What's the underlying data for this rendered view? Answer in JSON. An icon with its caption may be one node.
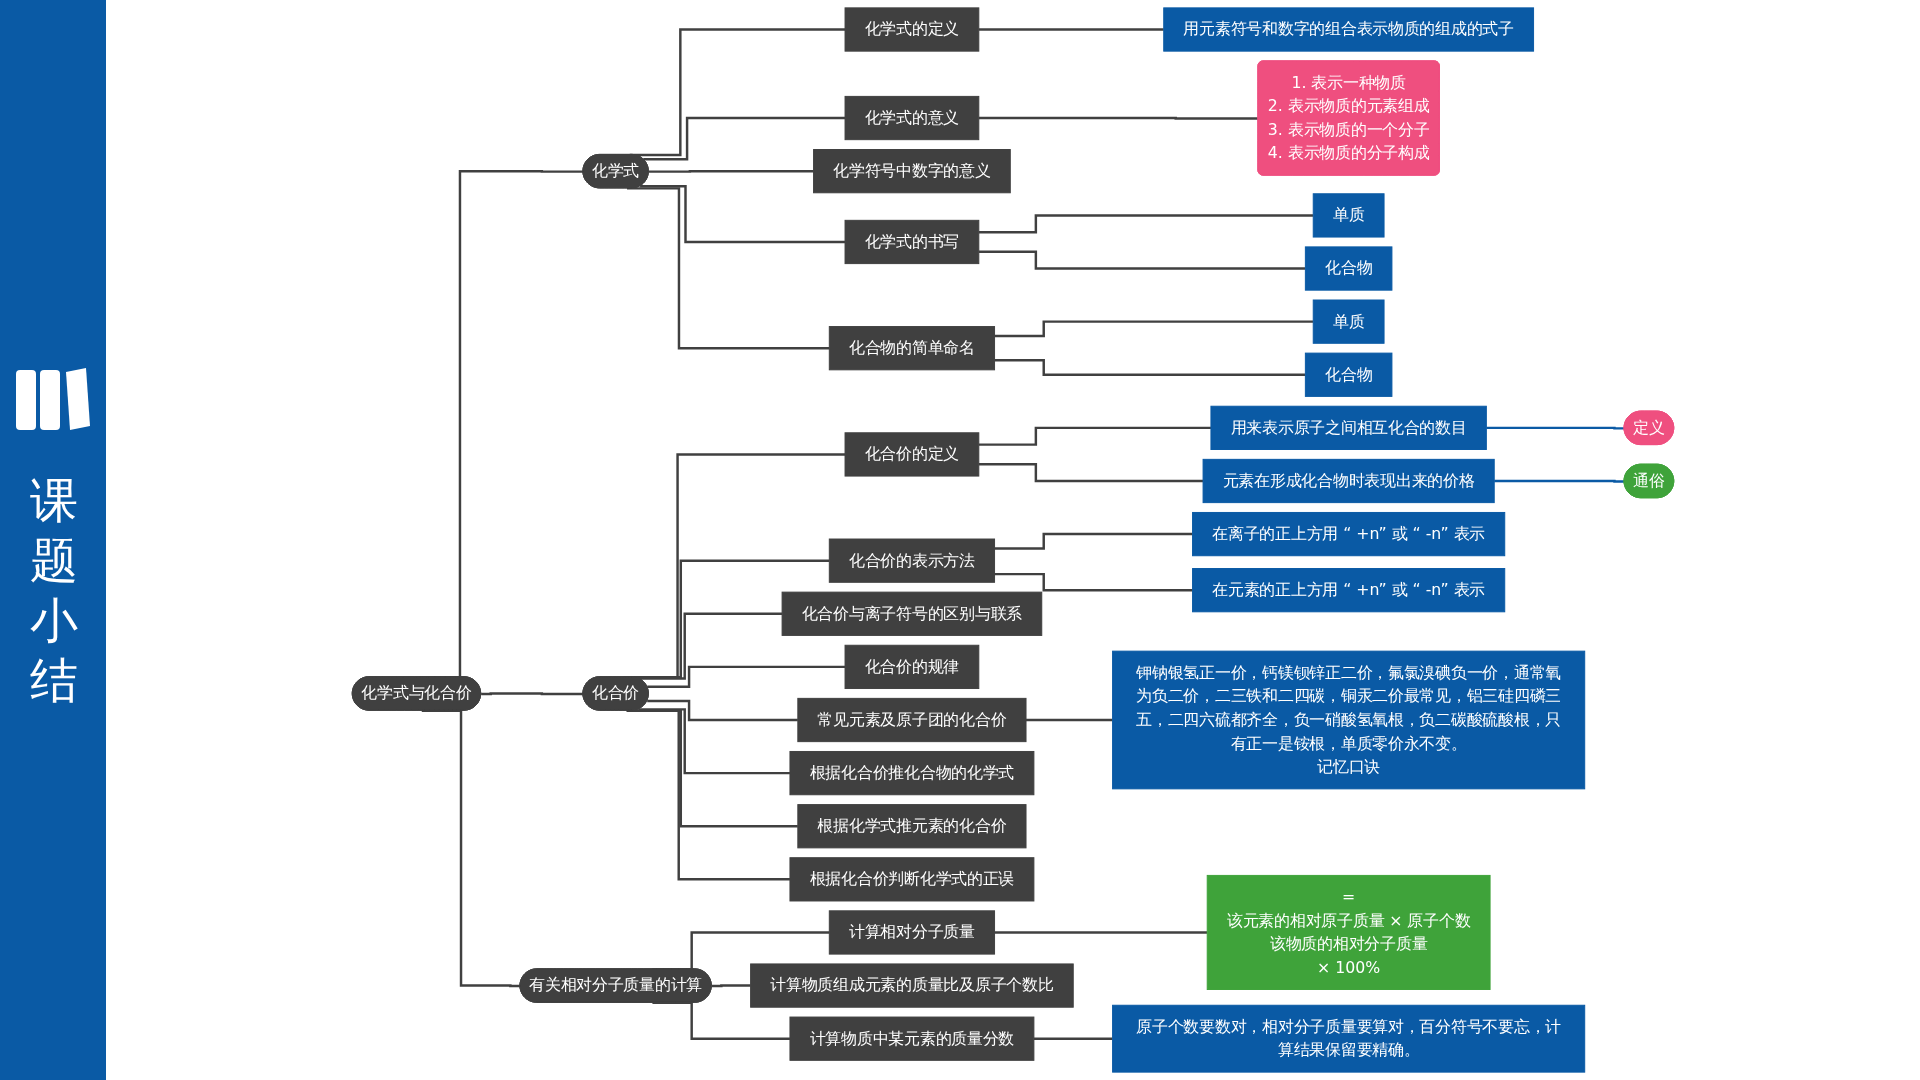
{
  "diagram": {
    "title": "课题小结",
    "nodes": [
      {
        "text": [
          "化学式与化合价"
        ]
      },
      {
        "text": [
          "化学式"
        ]
      },
      {
        "text": [
          "化学式的定义"
        ]
      },
      {
        "text": [
          "用元素符号和数字的组合表示物质的组成的式子"
        ]
      },
      {
        "text": [
          "化学式的意义"
        ]
      },
      {
        "text": [
          "1. 表示一种物质",
          "2. 表示物质的元素组成",
          "3. 表示物质的一个分子",
          "4. 表示物质的分子构成"
        ]
      },
      {
        "text": [
          "化学符号中数字的意义"
        ]
      },
      {
        "text": [
          "化学式的书写"
        ]
      },
      {
        "text": [
          "单质"
        ]
      },
      {
        "text": [
          "化合物"
        ]
      },
      {
        "text": [
          "化合物的简单命名"
        ]
      },
      {
        "text": [
          "单质"
        ]
      },
      {
        "text": [
          "化合物"
        ]
      },
      {
        "text": [
          "化合价"
        ]
      },
      {
        "text": [
          "化合价的定义"
        ]
      },
      {
        "text": [
          "用来表示原子之间相互化合的数目"
        ]
      },
      {
        "text": [
          "定义"
        ]
      },
      {
        "text": [
          "元素在形成化合物时表现出来的价格"
        ]
      },
      {
        "text": [
          "通俗"
        ]
      },
      {
        "text": [
          "化合价的表示方法"
        ]
      },
      {
        "text": [
          "在离子的正上方用 “ +n” 或 “ -n” 表示"
        ]
      },
      {
        "text": [
          "在元素的正上方用 “ +n” 或 “ -n” 表示"
        ]
      },
      {
        "text": [
          "化合价与离子符号的区别与联系"
        ]
      },
      {
        "text": [
          "化合价的规律"
        ]
      },
      {
        "text": [
          "常见元素及原子团的化合价"
        ]
      },
      {
        "text": [
          "钾钠银氢正一价，钙镁钡锌正二价，氟氯溴碘负一价，通常氧为负二价，二三铁和二四碳，铜汞二价最常见，铝三硅四磷三五，二四六硫都齐全，负一硝酸氢氧根，负二碳酸硫酸根，只有正一是铵根，单质零价永不变。",
          "记忆口诀"
        ]
      },
      {
        "text": [
          "根据化合价推化合物的化学式"
        ]
      },
      {
        "text": [
          "根据化学式推元素的化合价"
        ]
      },
      {
        "text": [
          "根据化合价判断化学式的正误"
        ]
      },
      {
        "text": [
          "有关相对分子质量的计算"
        ]
      },
      {
        "text": [
          "计算相对分子质量"
        ]
      },
      {
        "text": [
          "=",
          "该元素的相对原子质量 × 原子个数",
          "该物质的相对分子质量",
          "× 100%"
        ]
      },
      {
        "text": [
          "计算物质组成元素的质量比及原子个数比"
        ]
      },
      {
        "text": [
          "计算物质中某元素的质量分数"
        ]
      },
      {
        "text": [
          "原子个数要数对，相对分子质量要算对，百分符号不要忘，计算结果保留要精确。"
        ]
      }
    ],
    "edges": [
      {
        "from": 0,
        "to": 1,
        "arrow": "none"
      },
      {
        "from": 0,
        "to": 13,
        "arrow": "none"
      },
      {
        "from": 0,
        "to": 29,
        "arrow": "none"
      },
      {
        "from": 1,
        "to": 2,
        "arrow": "none"
      },
      {
        "from": 1,
        "to": 4,
        "arrow": "none"
      },
      {
        "from": 1,
        "to": 6,
        "arrow": "none"
      },
      {
        "from": 1,
        "to": 7,
        "arrow": "none"
      },
      {
        "from": 1,
        "to": 10,
        "arrow": "none"
      },
      {
        "from": 2,
        "to": 3,
        "arrow": "none"
      },
      {
        "from": 4,
        "to": 5,
        "arrow": "none"
      },
      {
        "from": 7,
        "to": 8,
        "arrow": "none"
      },
      {
        "from": 7,
        "to": 9,
        "arrow": "none"
      },
      {
        "from": 10,
        "to": 11,
        "arrow": "none"
      },
      {
        "from": 10,
        "to": 12,
        "arrow": "none"
      },
      {
        "from": 13,
        "to": 14,
        "arrow": "none"
      },
      {
        "from": 13,
        "to": 19,
        "arrow": "none"
      },
      {
        "from": 13,
        "to": 22,
        "arrow": "none"
      },
      {
        "from": 13,
        "to": 23,
        "arrow": "none"
      },
      {
        "from": 13,
        "to": 24,
        "arrow": "none"
      },
      {
        "from": 13,
        "to": 26,
        "arrow": "none"
      },
      {
        "from": 13,
        "to": 27,
        "arrow": "none"
      },
      {
        "from": 13,
        "to": 28,
        "arrow": "none"
      },
      {
        "from": 14,
        "to": 15,
        "arrow": "none"
      },
      {
        "from": 14,
        "to": 17,
        "arrow": "none"
      },
      {
        "from": 15,
        "to": 16,
        "arrow": "none",
        "color": "#0a5aa5"
      },
      {
        "from": 17,
        "to": 18,
        "arrow": "none",
        "color": "#0a5aa5"
      },
      {
        "from": 19,
        "to": 20,
        "arrow": "none"
      },
      {
        "from": 19,
        "to": 21,
        "arrow": "none"
      },
      {
        "from": 24,
        "to": 25,
        "arrow": "none"
      },
      {
        "from": 29,
        "to": 30,
        "arrow": "none"
      },
      {
        "from": 29,
        "to": 32,
        "arrow": "none"
      },
      {
        "from": 29,
        "to": 33,
        "arrow": "none"
      },
      {
        "from": 30,
        "to": 31,
        "arrow": "none"
      },
      {
        "from": 33,
        "to": 34,
        "arrow": "none"
      }
    ]
  }
}
